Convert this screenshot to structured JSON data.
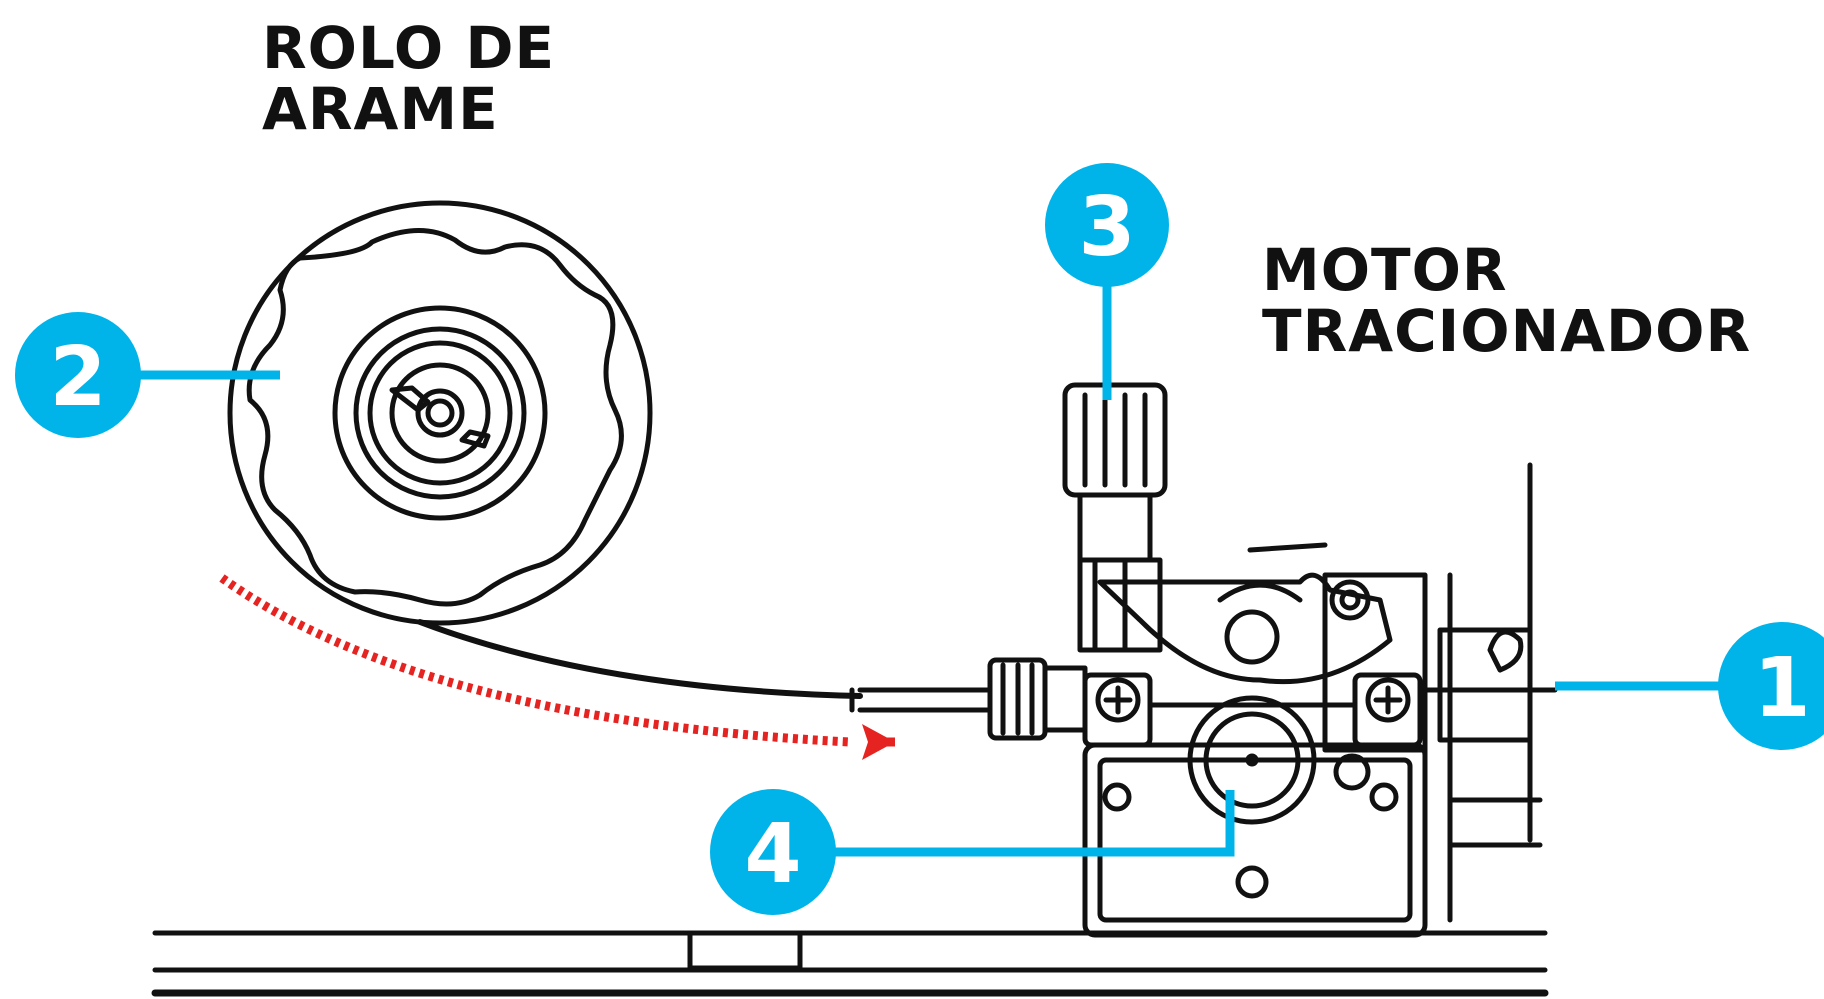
{
  "labels": {
    "wire_roll_line1": "ROLO DE",
    "wire_roll_line2": "ARAME",
    "motor_line1": "MOTOR",
    "motor_line2": "TRACIONADOR"
  },
  "callouts": [
    {
      "number": "1"
    },
    {
      "number": "2"
    },
    {
      "number": "3"
    },
    {
      "number": "4"
    }
  ],
  "colors": {
    "callout": "#00B4EA",
    "line": "#111111",
    "arrow": "#E52421",
    "background": "#FFFFFF"
  }
}
